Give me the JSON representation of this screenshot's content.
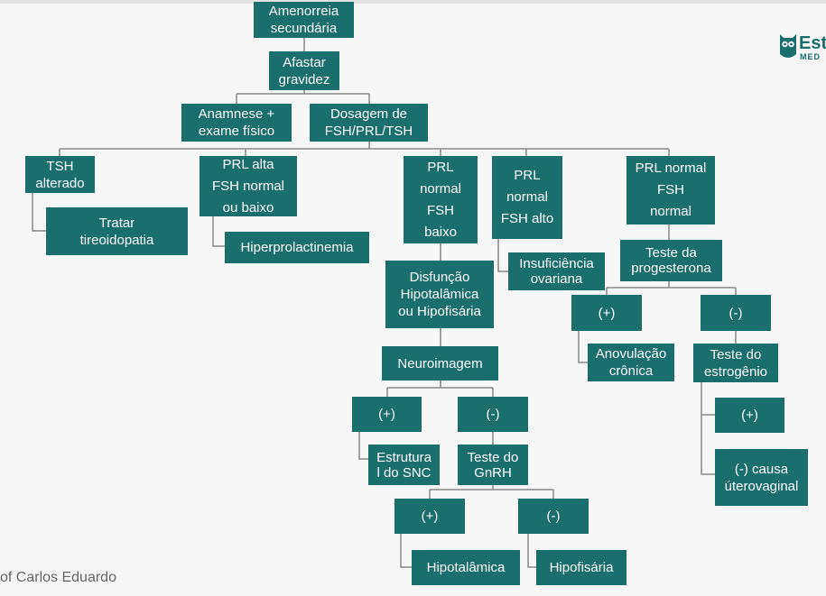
{
  "brand": {
    "name": "Est",
    "sub": "MED",
    "color": "#1a6e6c"
  },
  "author": "of Carlos Eduardo",
  "colors": {
    "node": "#1a6e6c",
    "line": "#888888",
    "background": "#f7f7f7"
  },
  "nodes": {
    "amenorreia": "Amenorreia\nsecundária",
    "afastar": "Afastar\ngravidez",
    "anamnese": "Anamnese +\nexame físico",
    "dosagem": "Dosagem de\nFSH/PRL/TSH",
    "tsh": "TSH\nalterado",
    "tratar": "Tratar\ntireoidopatia",
    "prl_alta": "PRL alta\nFSH normal\nou baixo",
    "hiperprolactinemia": "Hiperprolactinemia",
    "prl_normal_fsh_baixo": "PRL\nnormal\nFSH\nbaixo",
    "disfuncao": "Disfunção\nHipotalâmica\nou Hipofisária",
    "neuroimagem": "Neuroimagem",
    "neuro_pos": "(+)",
    "neuro_neg": "(-)",
    "estrutural": "Estrutura\nl do SNC",
    "teste_gnrh": "Teste do\nGnRH",
    "gnrh_pos": "(+)",
    "gnrh_neg": "(-)",
    "hipotalamica": "Hipotalâmica",
    "hipofisaria": "Hipofisária",
    "prl_normal_fsh_alto": "PRL\nnormal\nFSH alto",
    "insuficiencia": "Insuficiência\novariana",
    "prl_normal_fsh_normal": "PRL normal\nFSH\nnormal",
    "teste_progesterona": "Teste da\nprogesterona",
    "prog_pos": "(+)",
    "prog_neg": "(-)",
    "anovulacao": "Anovulação\ncrônica",
    "teste_estrogenio": "Teste do\nestrogênio",
    "estro_pos": "(+)",
    "estro_neg": "(-) causa\núterovaginal"
  }
}
